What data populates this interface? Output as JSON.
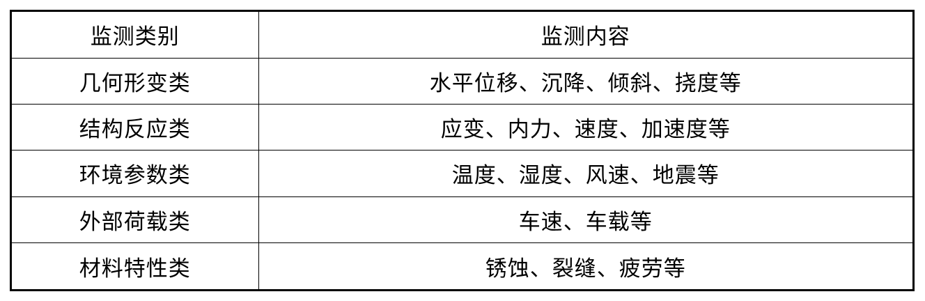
{
  "table": {
    "headers": [
      "监测类别",
      "监测内容"
    ],
    "rows": [
      [
        "几何形变类",
        "水平位移、沉降、倾斜、挠度等"
      ],
      [
        "结构反应类",
        "应变、内力、速度、加速度等"
      ],
      [
        "环境参数类",
        "温度、湿度、风速、地震等"
      ],
      [
        "外部荷载类",
        "车速、车载等"
      ],
      [
        "材料特性类",
        "锈蚀、裂缝、疲劳等"
      ]
    ]
  }
}
